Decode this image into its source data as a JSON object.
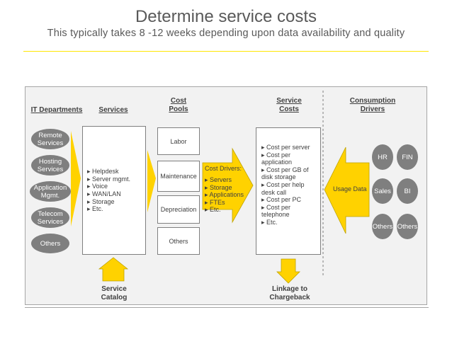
{
  "header": {
    "title": "Determine service costs",
    "subtitle": "This typically takes 8 -12 weeks depending upon data availability and quality"
  },
  "columns": {
    "it_departments": "IT Departments",
    "services": "Services",
    "cost_pools": "Cost\nPools",
    "service_costs": "Service\nCosts",
    "consumption_drivers": "Consumption\nDrivers"
  },
  "it_departments": [
    "Remote\nServices",
    "Hosting\nServices",
    "Application\nMgmt.",
    "Telecom\nServices",
    "Others"
  ],
  "services": [
    "Helpdesk",
    "Server mgmt.",
    "Voice",
    "WAN/LAN",
    "Storage",
    "Etc."
  ],
  "cost_pools": [
    "Labor",
    "Maintenance",
    "Depreciation",
    "Others"
  ],
  "cost_drivers": {
    "title": "Cost Drivers:",
    "items": [
      "Servers",
      "Storage",
      "Applications",
      "FTEs",
      "Etc."
    ]
  },
  "service_costs": [
    "Cost per server",
    "Cost per\napplication",
    "Cost per GB of\ndisk storage",
    "Cost per help\ndesk call",
    "Cost per PC",
    "Cost per\ntelephone",
    "Etc."
  ],
  "usage_data": "Usage Data",
  "consumption_drivers": [
    "HR",
    "FIN",
    "Sales",
    "BI",
    "Others",
    "Others"
  ],
  "captions": {
    "service_catalog": "Service\nCatalog",
    "chargeback": "Linkage to\nChargeback"
  },
  "colors": {
    "accent": "#ffe600",
    "arrow": "#ffd200",
    "oval": "#7f7f7f",
    "panel": "#f2f2f2"
  }
}
